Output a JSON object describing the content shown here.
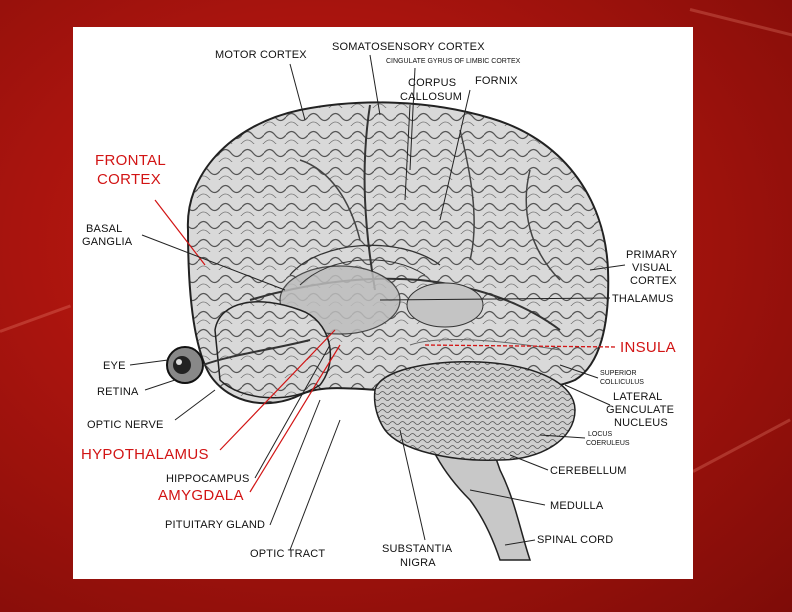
{
  "colors": {
    "background": "#a8140e",
    "panel": "#ffffff",
    "highlight_label": "#d21414",
    "label": "#111111"
  },
  "labels": {
    "motor_cortex": "MOTOR CORTEX",
    "somatosensory_cortex": "SOMATOSENSORY CORTEX",
    "cingulate_gyrus": "CINGULATE GYRUS OF LIMBIC CORTEX",
    "corpus_callosum_1": "CORPUS",
    "corpus_callosum_2": "CALLOSUM",
    "fornix": "FORNIX",
    "frontal_cortex_1": "FRONTAL",
    "frontal_cortex_2": "CORTEX",
    "basal_ganglia_1": "BASAL",
    "basal_ganglia_2": "GANGLIA",
    "primary_visual_cortex_1": "PRIMARY",
    "primary_visual_cortex_2": "VISUAL",
    "primary_visual_cortex_3": "CORTEX",
    "thalamus": "THALAMUS",
    "insula": "INSULA",
    "eye": "EYE",
    "retina": "RETINA",
    "superior_colliculus_1": "SUPERIOR",
    "superior_colliculus_2": "COLLICULUS",
    "lateral_geniculate_1": "LATERAL",
    "lateral_geniculate_2": "GENCULATE",
    "lateral_geniculate_3": "NUCLEUS",
    "optic_nerve": "OPTIC NERVE",
    "locus_coeruleus_1": "LOCUS",
    "locus_coeruleus_2": "COERULEUS",
    "hypothalamus": "HYPOTHALAMUS",
    "cerebellum": "CEREBELLUM",
    "hippocampus": "HIPPOCAMPUS",
    "amygdala": "AMYGDALA",
    "medulla": "MEDULLA",
    "pituitary_gland": "PITUITARY GLAND",
    "spinal_cord": "SPINAL CORD",
    "optic_tract": "OPTIC TRACT",
    "substantia_nigra_1": "SUBSTANTIA",
    "substantia_nigra_2": "NIGRA"
  }
}
